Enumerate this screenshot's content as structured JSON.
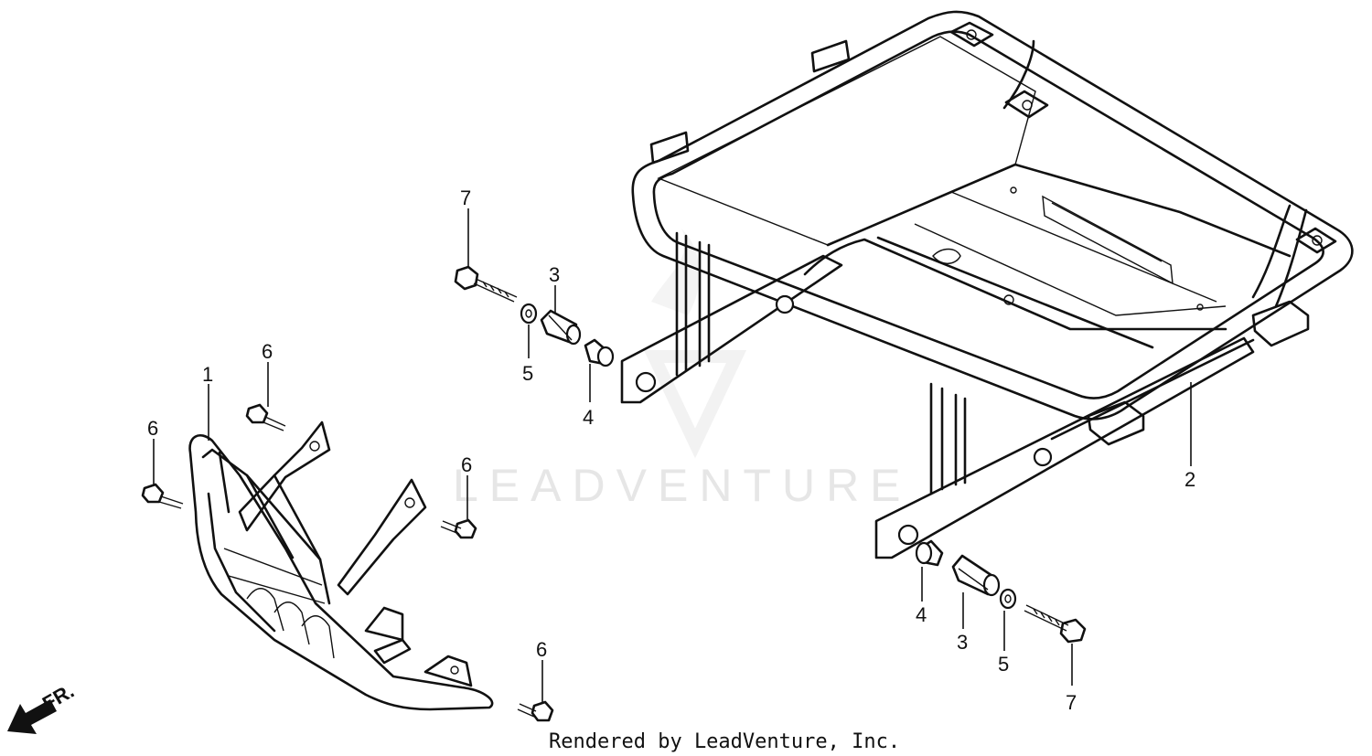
{
  "watermark": {
    "text": "LEADVENTURE"
  },
  "footer": {
    "text": "Rendered by LeadVenture, Inc."
  },
  "direction": {
    "label": "FR."
  },
  "callouts": {
    "c1": "1",
    "c2": "2",
    "c3a": "3",
    "c3b": "3",
    "c4a": "4",
    "c4b": "4",
    "c5a": "5",
    "c5b": "5",
    "c6a": "6",
    "c6b": "6",
    "c6c": "6",
    "c6d": "6",
    "c7a": "7",
    "c7b": "7"
  }
}
